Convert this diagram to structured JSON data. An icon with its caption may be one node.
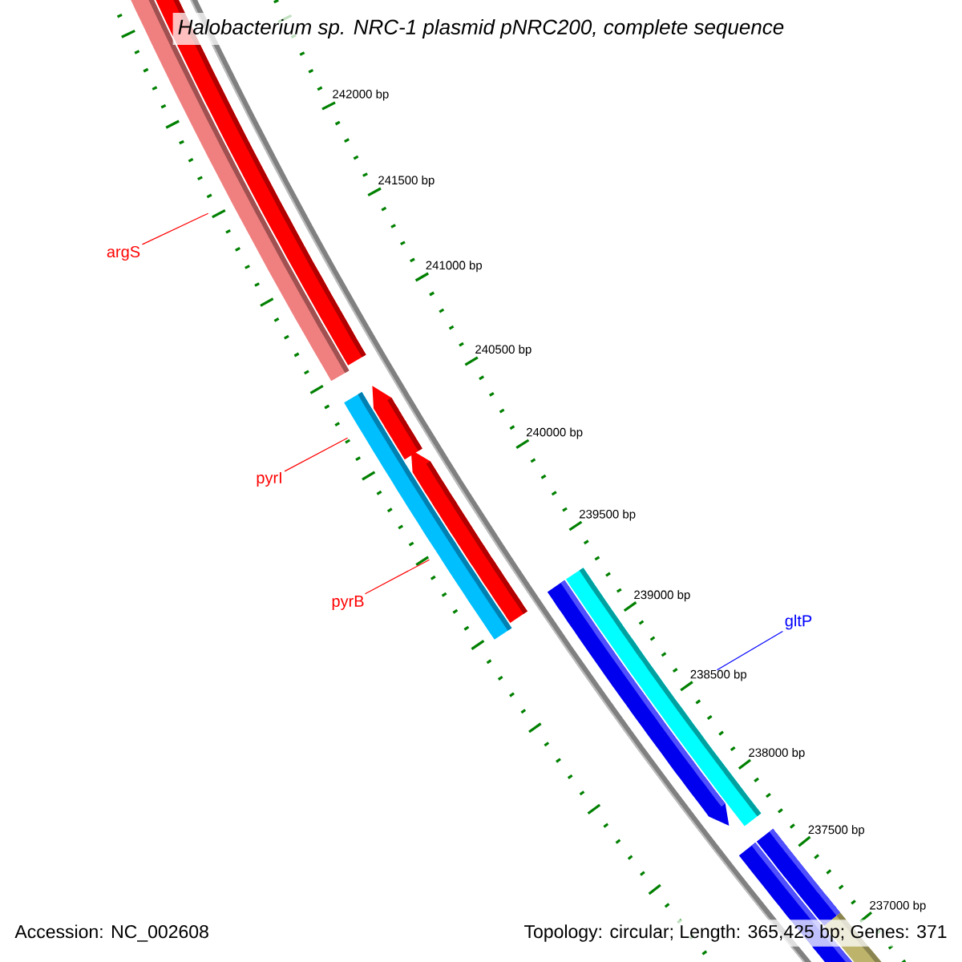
{
  "diagram": {
    "title": "Halobacterium sp. NRC-1 plasmid pNRC200, complete sequence",
    "nodes": [
      {
        "text": [
          "argS"
        ]
      },
      {
        "text": [],
        "shape": "bar"
      },
      {
        "text": [
          "pyrI"
        ]
      },
      {
        "text": [],
        "shape": "bar"
      },
      {
        "text": [
          "pyrB"
        ]
      },
      {
        "text": [],
        "shape": "bar"
      },
      {
        "text": [
          "gltP"
        ]
      },
      {
        "text": [],
        "shape": "bar"
      }
    ],
    "edges": [
      {
        "from": 0,
        "to": 1,
        "arrow": "none"
      },
      {
        "from": 2,
        "to": 3,
        "arrow": "none"
      },
      {
        "from": 4,
        "to": 5,
        "arrow": "none"
      },
      {
        "from": 6,
        "to": 7,
        "arrow": "none",
        "color": "#0000ff"
      }
    ],
    "labels": [
      "242000 bp",
      "241500 bp",
      "241000 bp",
      "240500 bp",
      "240000 bp",
      "239500 bp",
      "239000 bp",
      "238500 bp",
      "238000 bp",
      "237500 bp",
      "237000 bp",
      "Accession: NC_002608",
      "Topology: circular; Length: 365,425 bp; Genes: 371"
    ]
  }
}
